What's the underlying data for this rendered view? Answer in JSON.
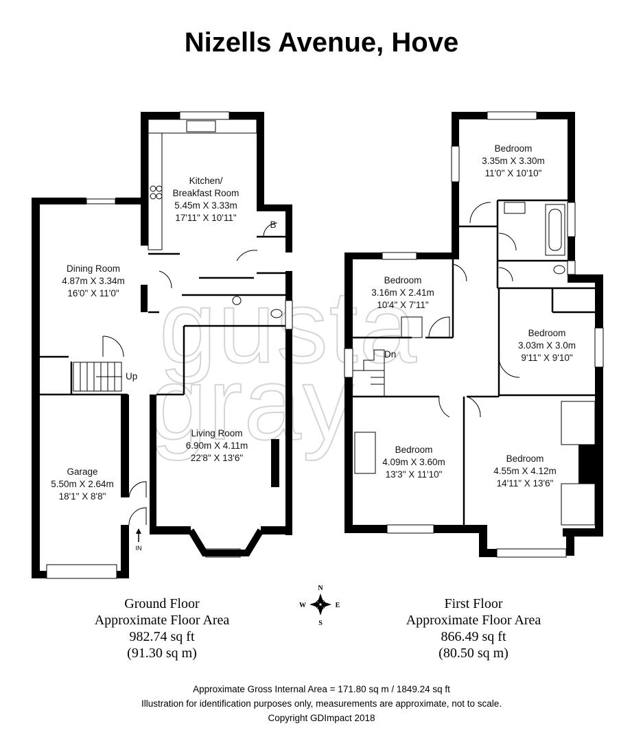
{
  "title": "Nizells Avenue, Hove",
  "watermark": {
    "line1": "gusta",
    "line2": "gray"
  },
  "ground_floor": {
    "caption": {
      "name": "Ground Floor",
      "area_label": "Approximate Floor Area",
      "sq_ft": "982.74 sq ft",
      "sq_m": "(91.30 sq m)"
    },
    "rooms": [
      {
        "name": "Kitchen/",
        "name2": "Breakfast Room",
        "metric": "5.45m X 3.33m",
        "imperial": "17'11\" X 10'11\""
      },
      {
        "name": "Dining Room",
        "metric": "4.87m X 3.34m",
        "imperial": "16'0\" X 11'0\""
      },
      {
        "name": "Living Room",
        "metric": "6.90m X 4.11m",
        "imperial": "22'8\" X 13'6\""
      },
      {
        "name": "Garage",
        "metric": "5.50m X 2.64m",
        "imperial": "18'1\" X 8'8\""
      }
    ],
    "labels": {
      "boiler": "B",
      "stairs": "Up",
      "entrance": "IN"
    }
  },
  "first_floor": {
    "caption": {
      "name": "First Floor",
      "area_label": "Approximate Floor Area",
      "sq_ft": "866.49 sq ft",
      "sq_m": "(80.50 sq m)"
    },
    "rooms": [
      {
        "name": "Bedroom",
        "metric": "3.35m X 3.30m",
        "imperial": "11'0\" X 10'10\""
      },
      {
        "name": "Bedroom",
        "metric": "3.16m X 2.41m",
        "imperial": "10'4\" X 7'11\""
      },
      {
        "name": "Bedroom",
        "metric": "3.03m X 3.0m",
        "imperial": "9'11\" X 9'10\""
      },
      {
        "name": "Bedroom",
        "metric": "4.09m X 3.60m",
        "imperial": "13'3\" X 11'10\""
      },
      {
        "name": "Bedroom",
        "metric": "4.55m X 4.12m",
        "imperial": "14'11\" X 13'6\""
      }
    ],
    "labels": {
      "stairs": "Dn"
    }
  },
  "compass": {
    "n": "N",
    "s": "S",
    "e": "E",
    "w": "W"
  },
  "footer": {
    "gross_area": "Approximate Gross Internal Area = 171.80 sq m / 1849.24 sq ft",
    "disclaimer": "Illustration for identification purposes only, measurements are approximate, not to scale.",
    "copyright": "Copyright GDImpact 2018"
  }
}
